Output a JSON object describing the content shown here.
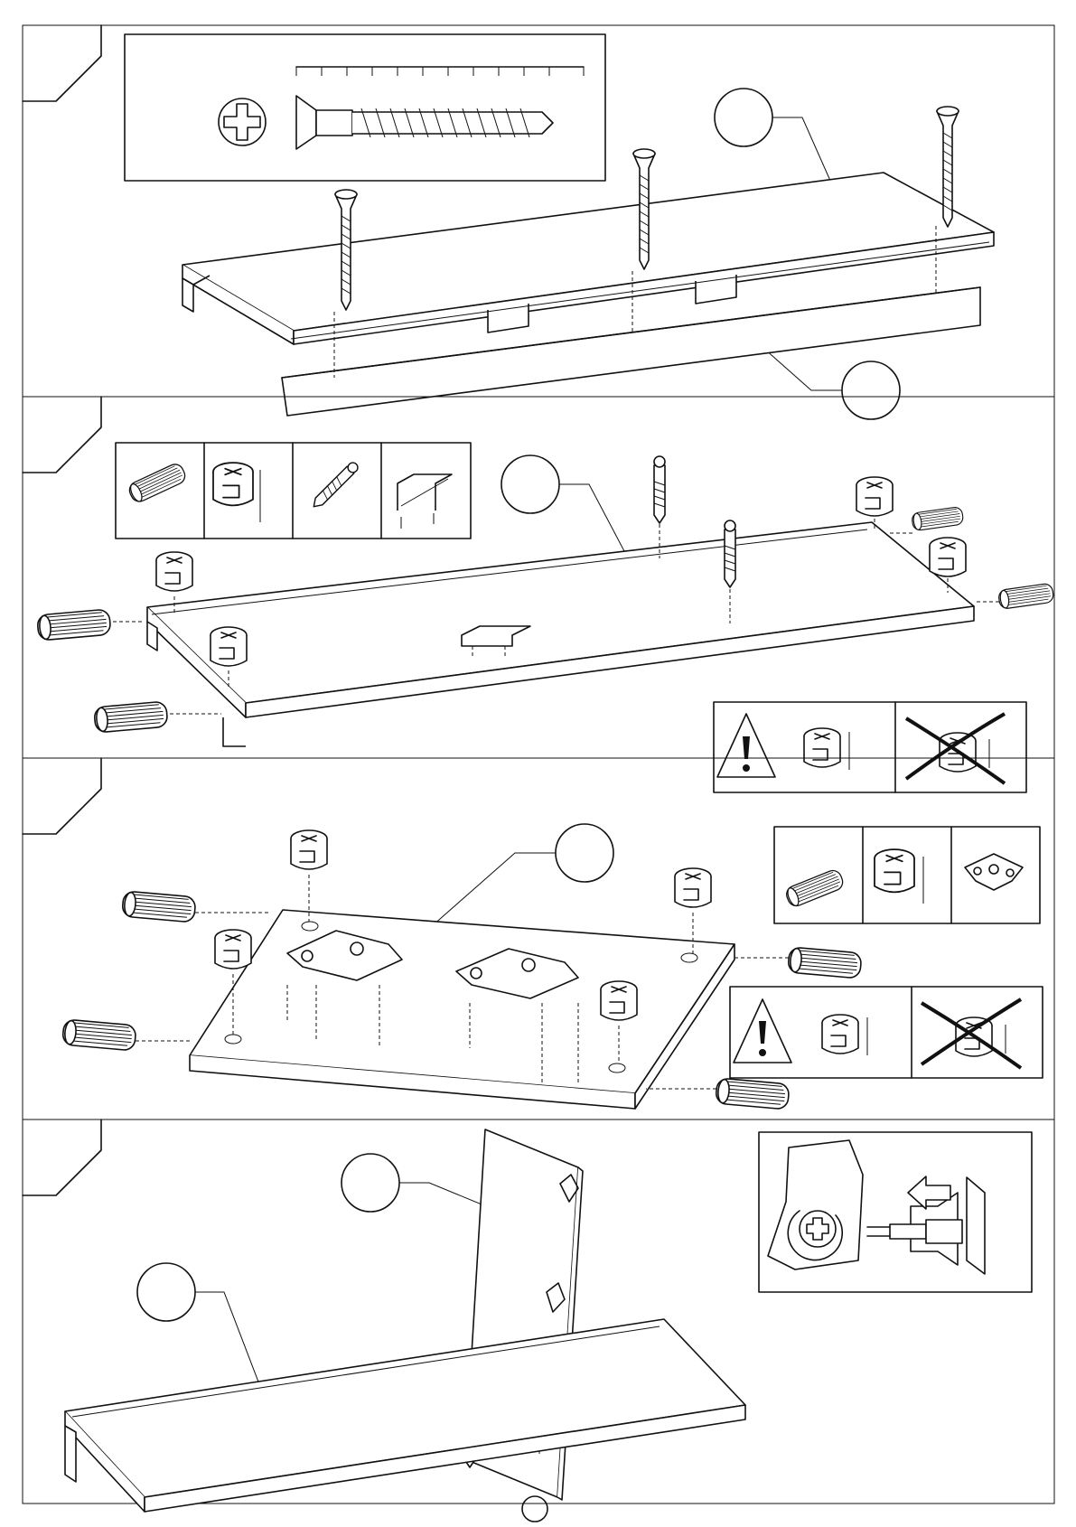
{
  "document": {
    "type": "furniture assembly instruction sheet",
    "page_number": "",
    "steps": [
      {
        "id": "step-1",
        "step_number": "",
        "part_labels": [
          "",
          ""
        ]
      },
      {
        "id": "step-2",
        "step_number": "",
        "part_labels": [
          ""
        ]
      },
      {
        "id": "step-3",
        "step_number": "",
        "part_labels": [
          ""
        ]
      },
      {
        "id": "step-4",
        "step_number": "",
        "part_labels": [
          "",
          ""
        ]
      }
    ]
  },
  "icons": {
    "screw": "confirmat-screw-icon",
    "dowel": "wooden-dowel-icon",
    "cam_lock": "cam-lock-icon",
    "cam_bolt": "cam-bolt-icon",
    "handle": "handle-icon",
    "hinge": "hinge-plate-icon",
    "warning": "warning-triangle-icon",
    "wrong": "wrong-cross-icon",
    "screwdriver": "screwdriver-icon"
  },
  "colors": {
    "line": "#111111",
    "background": "#ffffff"
  }
}
